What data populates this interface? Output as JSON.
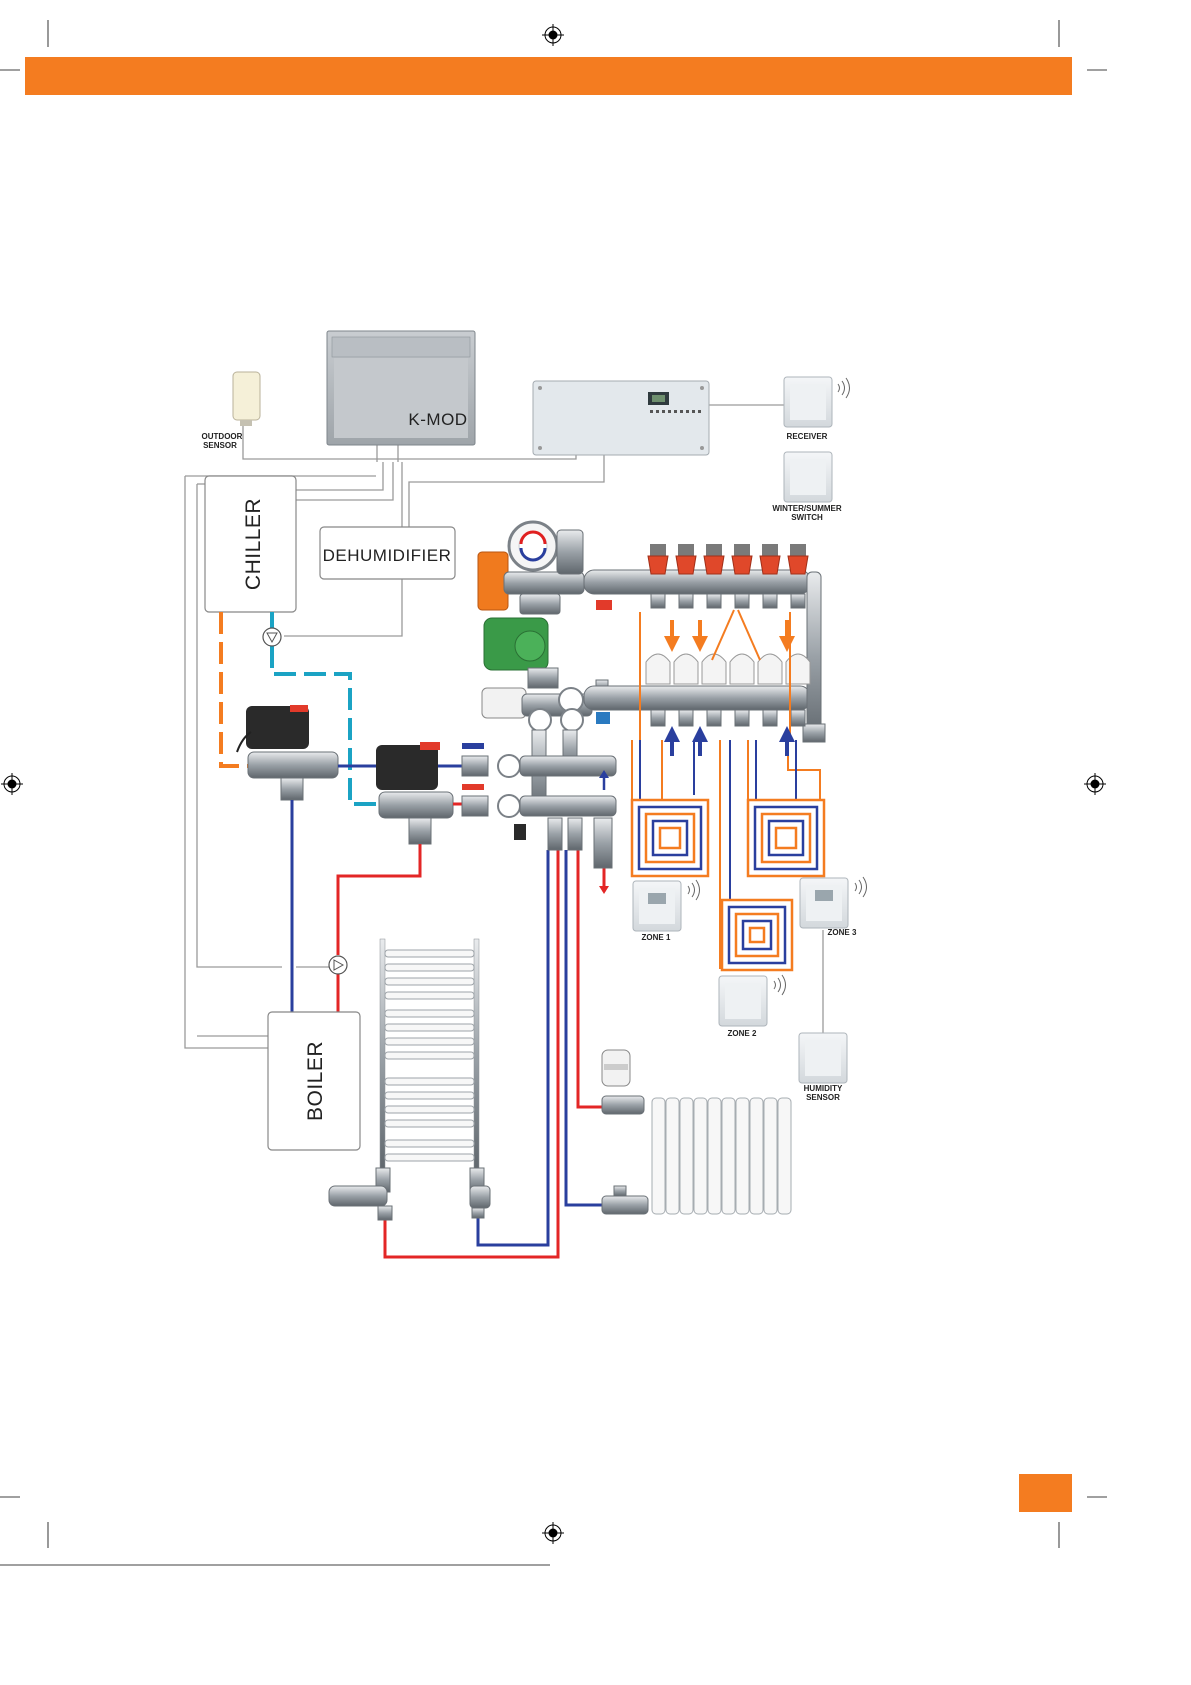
{
  "colors": {
    "header_band": "#f47c20",
    "hot_pipe": "#e32626",
    "cold_pipe": "#2a3f9e",
    "chiller_loop": "#f47c20",
    "cooling_loop": "#1ba3c4",
    "control_wire": "#9a9a9a",
    "device_fill": "#e8ecef",
    "floor_loop_outer": "#f47c20",
    "floor_loop_inner": "#2a3f9e",
    "pump_green": "#3a9a48",
    "actuator_red": "#e0482a"
  },
  "components": {
    "controller": "K-MOD",
    "chiller": "CHILLER",
    "dehumidifier": "DEHUMIDIFIER",
    "boiler": "BOILER",
    "outdoor_sensor": [
      "OUTDOOR",
      "SENSOR"
    ],
    "receiver": "RECEIVER",
    "season_switch": [
      "WINTER/SUMMER",
      "SWITCH"
    ],
    "zone_1": "ZONE 1",
    "zone_2": "ZONE 2",
    "zone_3": "ZONE 3",
    "humidity_sensor": [
      "HUMIDITY",
      "SENSOR"
    ]
  },
  "icons": {
    "registration_mark": "registration-mark-icon",
    "wireless": "wireless-signal-icon",
    "pump": "circulator-pump-icon"
  }
}
